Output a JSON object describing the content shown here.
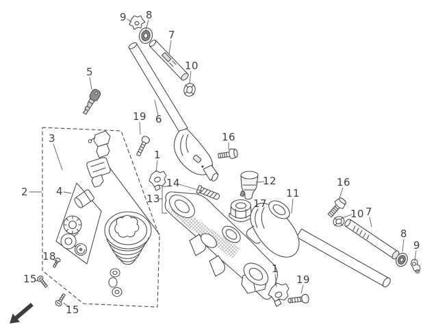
{
  "colors": {
    "background": "#ffffff",
    "line": "#4a4a4a",
    "label": "#3f3f3f",
    "arrow": "#3d3d3d"
  },
  "visible_part_numbers": [
    "1",
    "2",
    "3",
    "4",
    "5",
    "6",
    "7",
    "8",
    "9",
    "10",
    "11",
    "12",
    "13",
    "14",
    "15",
    "16",
    "17",
    "18",
    "19"
  ],
  "icons": {
    "direction_arrow": "front-direction-arrow"
  },
  "callouts": [
    {
      "label": "9"
    },
    {
      "label": "8"
    },
    {
      "label": "7"
    },
    {
      "label": "10"
    },
    {
      "label": "5"
    },
    {
      "label": "19"
    },
    {
      "label": "6"
    },
    {
      "label": "3"
    },
    {
      "label": "16"
    },
    {
      "label": "2"
    },
    {
      "label": "4"
    },
    {
      "label": "1"
    },
    {
      "label": "14"
    },
    {
      "label": "13"
    },
    {
      "label": "12"
    },
    {
      "label": "17"
    },
    {
      "label": "11"
    },
    {
      "label": "16"
    },
    {
      "label": "10"
    },
    {
      "label": "7"
    },
    {
      "label": "8"
    },
    {
      "label": "9"
    },
    {
      "label": "18"
    },
    {
      "label": "15"
    },
    {
      "label": "15"
    },
    {
      "label": "1"
    },
    {
      "label": "19"
    }
  ]
}
